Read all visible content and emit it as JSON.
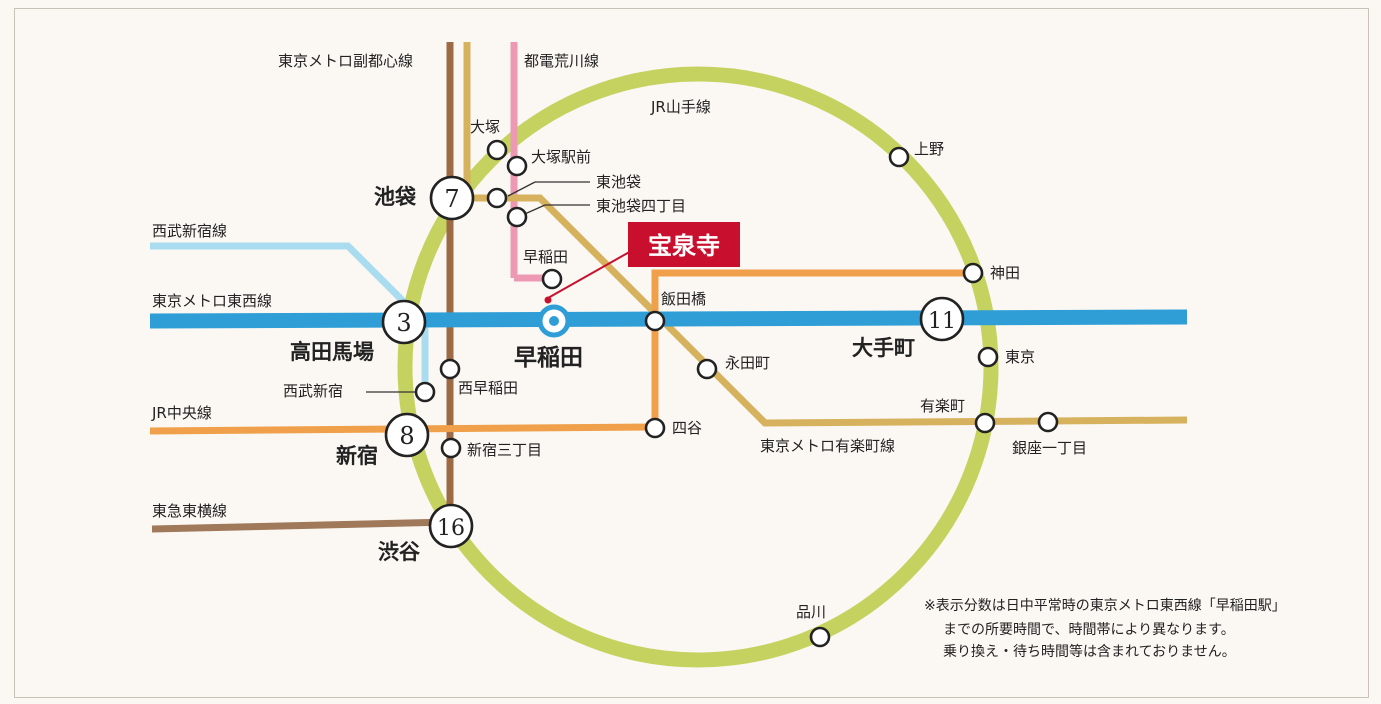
{
  "lines": {
    "fukutoshin": "東京メトロ副都心線",
    "arakawa": "都電荒川線",
    "yamanote": "JR山手線",
    "seibu_shinjuku": "西武新宿線",
    "tozai": "東京メトロ東西線",
    "chuo": "JR中央線",
    "yurakucho": "東京メトロ有楽町線",
    "toyoko": "東急東横線"
  },
  "stations": {
    "otsuka": "大塚",
    "otsuka_ekimae": "大塚駅前",
    "higashi_ikebukuro": "東池袋",
    "higashi_ikebukuro_4": "東池袋四丁目",
    "waseda_toden": "早稲田",
    "iidabashi": "飯田橋",
    "nagatacho": "永田町",
    "nishi_waseda": "西早稲田",
    "seibu_shinjuku_st": "西武新宿",
    "yotsuya": "四谷",
    "shinjuku_sanchome": "新宿三丁目",
    "ueno": "上野",
    "kanda": "神田",
    "tokyo": "東京",
    "yurakucho_st": "有楽町",
    "ginza_itchome": "銀座一丁目",
    "shinagawa": "品川"
  },
  "hubs": {
    "ikebukuro": {
      "name": "池袋",
      "minutes": "7"
    },
    "takadanobaba": {
      "name": "高田馬場",
      "minutes": "3"
    },
    "shinjuku": {
      "name": "新宿",
      "minutes": "8"
    },
    "shibuya": {
      "name": "渋谷",
      "minutes": "16"
    },
    "otemachi": {
      "name": "大手町",
      "minutes": "11"
    }
  },
  "target": {
    "station": "早稲田",
    "badge": "宝泉寺"
  },
  "note": {
    "line1": "※表示分数は日中平常時の東京メトロ東西線「早稲田駅」",
    "line2": "までの所要時間で、時間帯により異なります。",
    "line3": "乗り換え・待ち時間等は含まれておりません。"
  },
  "colors": {
    "yamanote": "#c6d260",
    "tozai": "#2f9ed6",
    "fukutoshin": "#9c6a45",
    "arakawa": "#ee99b4",
    "seibu": "#aadcf0",
    "orange": "#f0a04a",
    "yurakucho": "#d7b25e",
    "toyoko": "#a0785a",
    "badge": "#c8102e"
  }
}
